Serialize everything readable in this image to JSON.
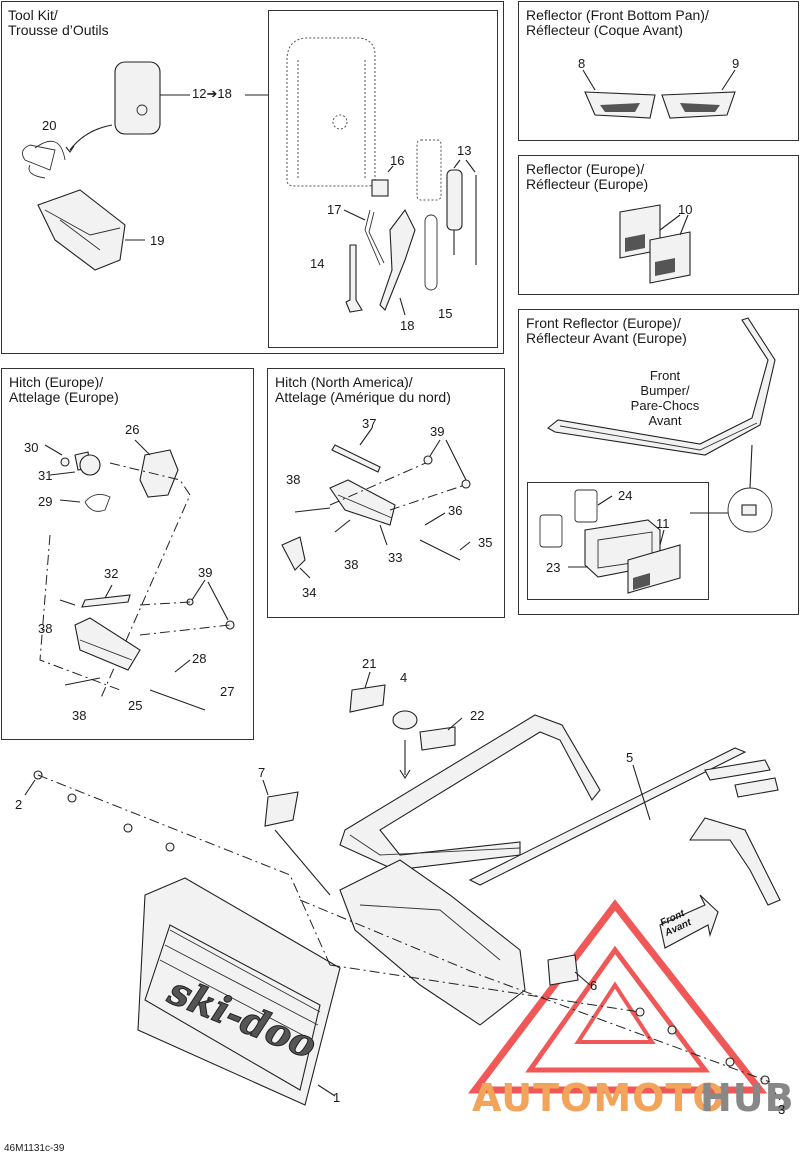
{
  "panels": {
    "tool_kit": {
      "title": "Tool Kit/\nTrousse d’Outils",
      "range_label": "12➔18"
    },
    "reflector_front_bottom_pan": {
      "title": "Reflector (Front Bottom Pan)/\nRéflecteur (Coque Avant)"
    },
    "reflector_europe": {
      "title": "Reflector (Europe)/\nRéflecteur (Europe)"
    },
    "front_reflector_europe": {
      "title": "Front Reflector (Europe)/\nRéflecteur Avant (Europe)",
      "bumper_label": "Front\nBumper/\nPare-Chocs\nAvant"
    },
    "hitch_europe": {
      "title": "Hitch (Europe)/\nAttelage (Europe)"
    },
    "hitch_north_america": {
      "title": "Hitch (North America)/\nAttelage (Amérique du nord)"
    }
  },
  "refs": {
    "r1": "1",
    "r2": "2",
    "r3": "3",
    "r4": "4",
    "r5": "5",
    "r6": "6",
    "r7": "7",
    "r8": "8",
    "r9": "9",
    "r10": "10",
    "r11": "11",
    "r13": "13",
    "r14": "14",
    "r15": "15",
    "r16": "16",
    "r17": "17",
    "r18": "18",
    "r19": "19",
    "r20": "20",
    "r21": "21",
    "r22": "22",
    "r23": "23",
    "r24": "24",
    "r25": "25",
    "r26": "26",
    "r27": "27",
    "r28": "28",
    "r29": "29",
    "r30": "30",
    "r31": "31",
    "r32": "32",
    "r33": "33",
    "r34": "34",
    "r35": "35",
    "r36": "36",
    "r37": "37",
    "r38a": "38",
    "r38b": "38",
    "r38c": "38",
    "r38d": "38",
    "r39a": "39",
    "r39b": "39"
  },
  "main": {
    "flap_logo": "ski-doo",
    "front_arrow": "Front\nAvant"
  },
  "footer": {
    "drawing_code": "46M1131c-39"
  },
  "watermark": {
    "part1": "AUTOMOTO",
    "part2": "HUB",
    "color1": "#f2a55a",
    "color2": "#888888",
    "triangle_color": "#ee3b3b"
  }
}
